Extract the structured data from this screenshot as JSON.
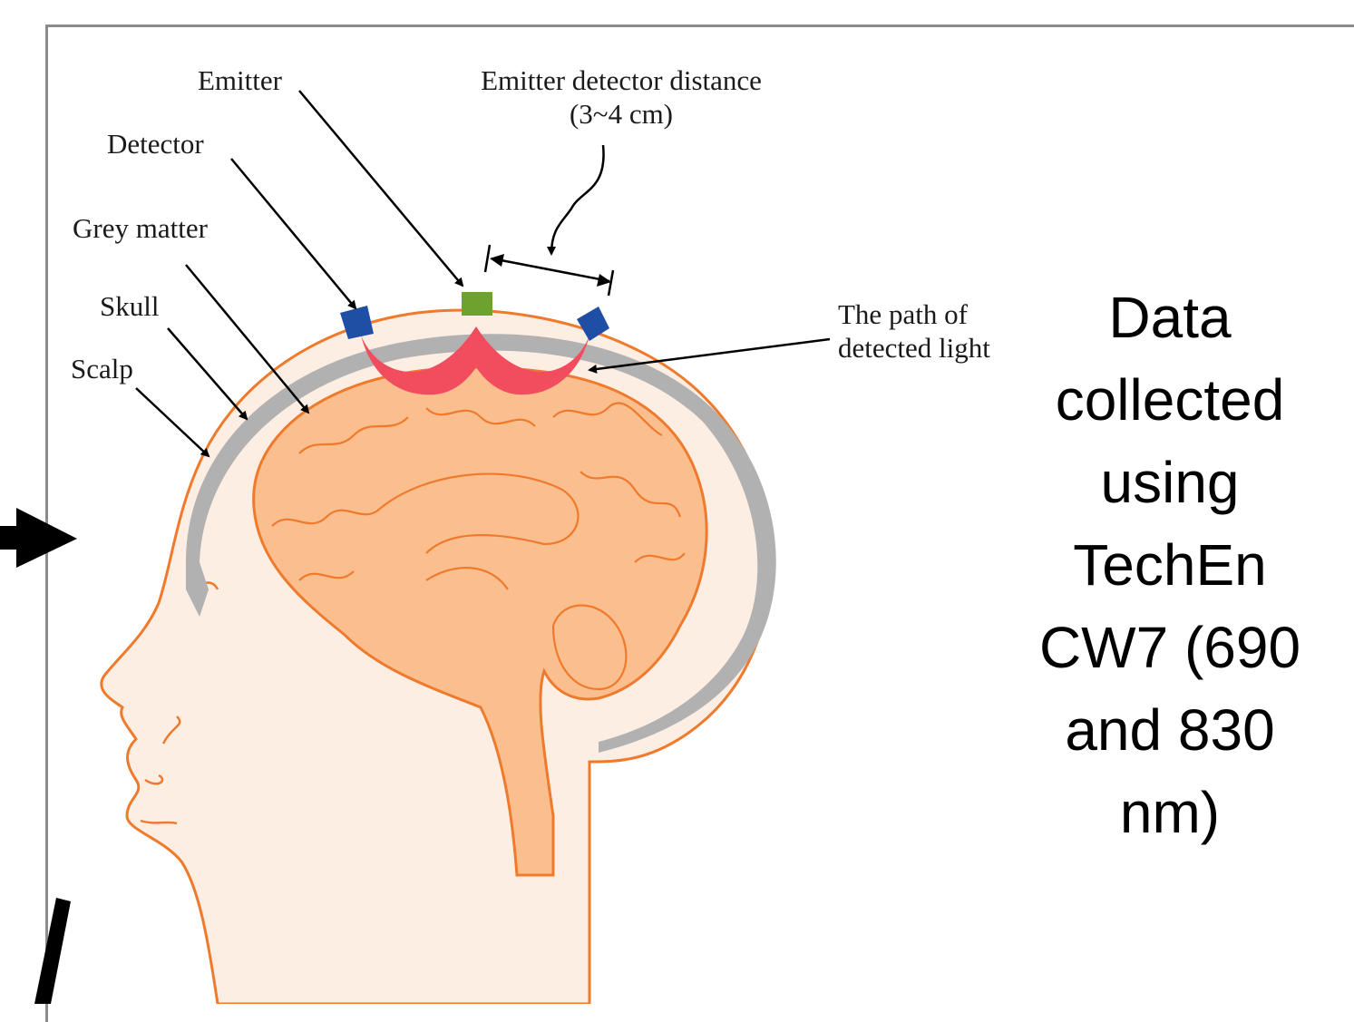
{
  "labels": {
    "emitter": "Emitter",
    "distance_line1": "Emitter detector distance",
    "distance_line2": "(3~4 cm)",
    "detector": "Detector",
    "grey_matter": "Grey matter",
    "skull": "Skull",
    "scalp": "Scalp",
    "light_path_line1": "The path of",
    "light_path_line2": "detected light"
  },
  "side_note": {
    "lines": [
      "Data",
      "collected",
      "using",
      "TechEn",
      "CW7 (690",
      "and 830",
      "nm)"
    ]
  },
  "colors": {
    "brain_fill": "#fbbf8f",
    "brain_outline": "#f07a2c",
    "head_fill": "#fdeee4",
    "skull": "#b1b1b1",
    "light_path": "#f24d5f",
    "emitter": "#6ea22f",
    "detector": "#1f4ea5"
  }
}
